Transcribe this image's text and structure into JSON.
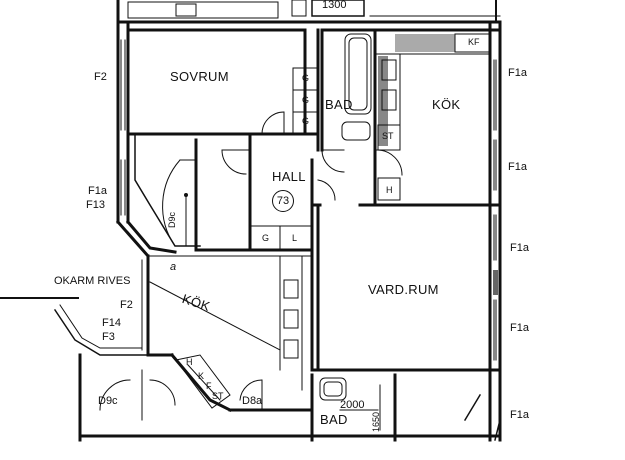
{
  "rooms": {
    "sovrum": "SOVRUM",
    "bad_top": "BAD",
    "kok_top": "KÖK",
    "hall": "HALL",
    "vardrum": "VARD.RUM",
    "kok_left": "KÖK",
    "bad_bottom": "BAD"
  },
  "unit_number": "73",
  "fixtures": {
    "kf": "KF",
    "st_top": "ST",
    "h_top": "H",
    "g_1": "G",
    "g_2": "G",
    "g_3": "G",
    "g_hall": "G",
    "l_hall": "L",
    "st_bottom": "ST",
    "h_bottom": "H",
    "k_bottom": "K",
    "f_bottom": "F"
  },
  "window_codes": {
    "f2_top": "F2",
    "f1a_left": "F1a",
    "f13": "F13",
    "f2_mid": "F2",
    "f14": "F14",
    "f3": "F3",
    "f1a_r1": "F1a",
    "f1a_r2": "F1a",
    "f1a_r3": "F1a",
    "f1a_r4": "F1a",
    "f1a_r5": "F1a"
  },
  "door_codes": {
    "d9c_left": "D9c",
    "d9c_bottom": "D9c",
    "d8a": "D8a"
  },
  "notes": {
    "skarm": "OKARM RIVES",
    "a_mark": "a"
  },
  "dimensions": {
    "top": "1300",
    "bottom_width": "2000",
    "bottom_depth": "1650"
  }
}
